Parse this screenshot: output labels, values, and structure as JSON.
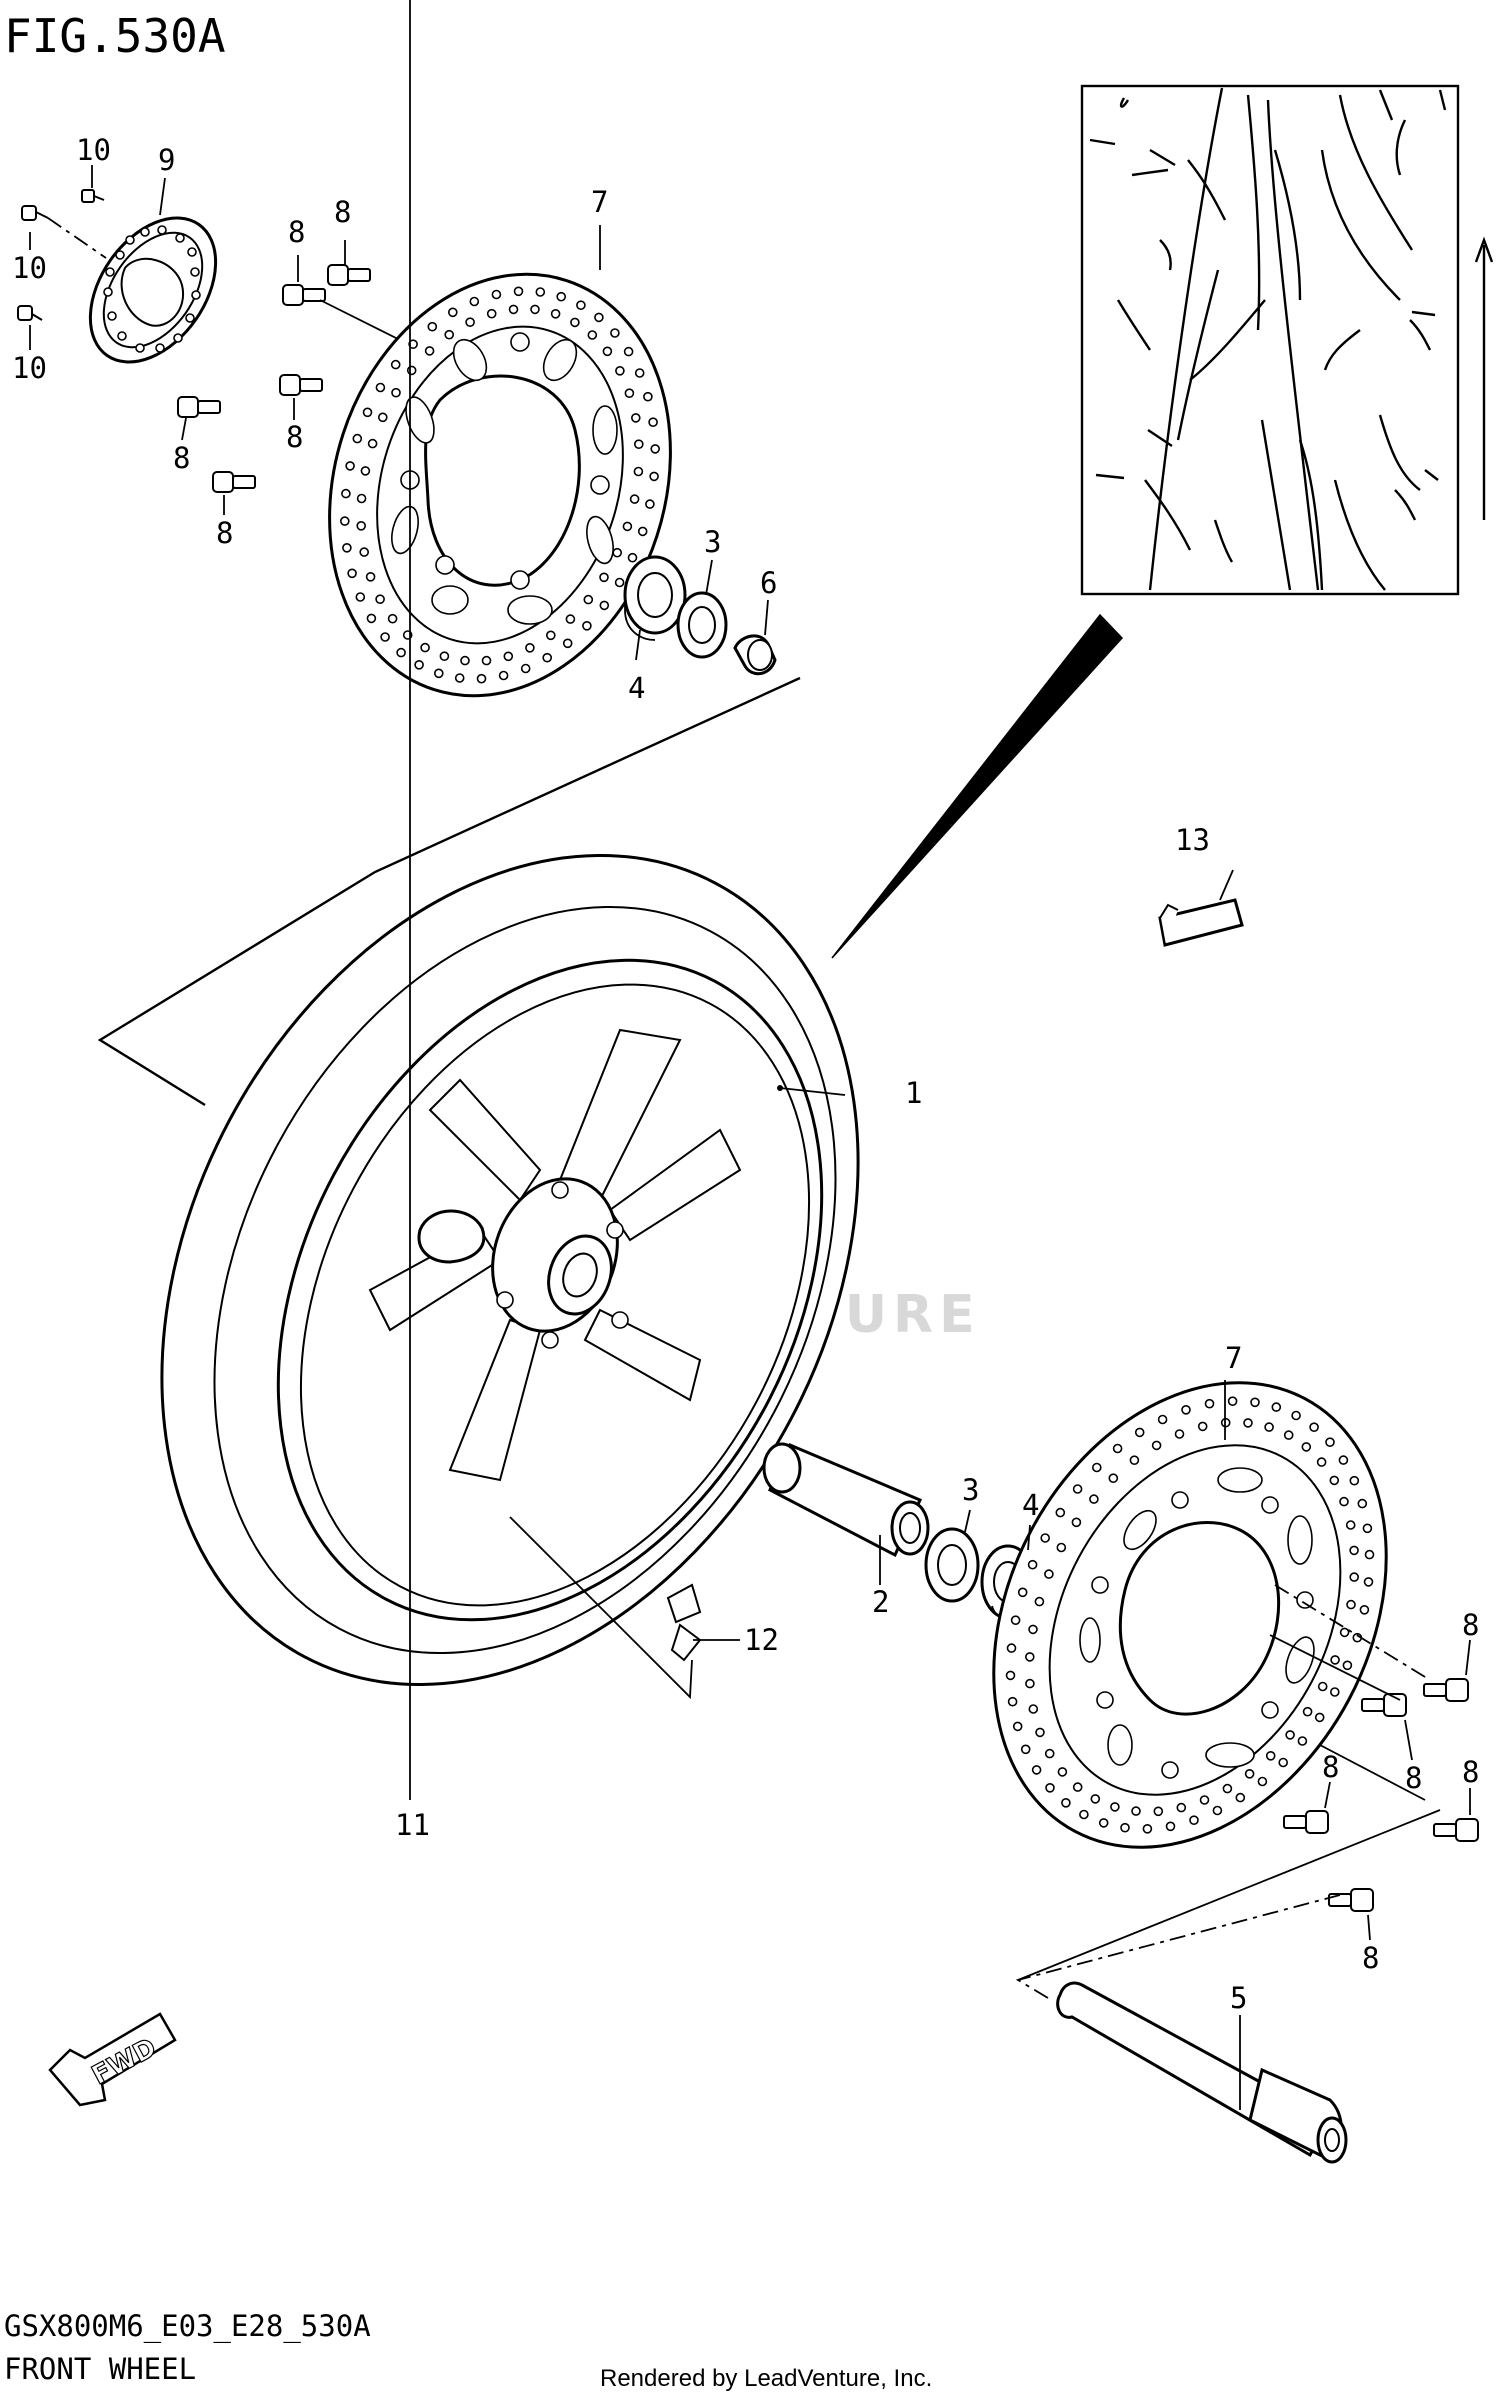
{
  "figure": {
    "title": "FIG.530A",
    "model_code": "GSX800M6_E03_E28_530A",
    "section_name": "FRONT WHEEL",
    "rendered_by": "Rendered by LeadVenture, Inc.",
    "watermark": "LEADVENTURE",
    "fwd_label": "FWD"
  },
  "callouts": {
    "c1": "1",
    "c2": "2",
    "c3_top": "3",
    "c3_bottom": "3",
    "c4_top": "4",
    "c4_bottom": "4",
    "c5": "5",
    "c6": "6",
    "c7_top": "7",
    "c7_bottom": "7",
    "c8_a": "8",
    "c8_b": "8",
    "c8_c": "8",
    "c8_d": "8",
    "c8_e": "8",
    "c8_f": "8",
    "c8_g": "8",
    "c8_h": "8",
    "c8_i": "8",
    "c9": "9",
    "c10_a": "10",
    "c10_b": "10",
    "c10_c": "10",
    "c11": "11",
    "c12": "12",
    "c13": "13"
  }
}
